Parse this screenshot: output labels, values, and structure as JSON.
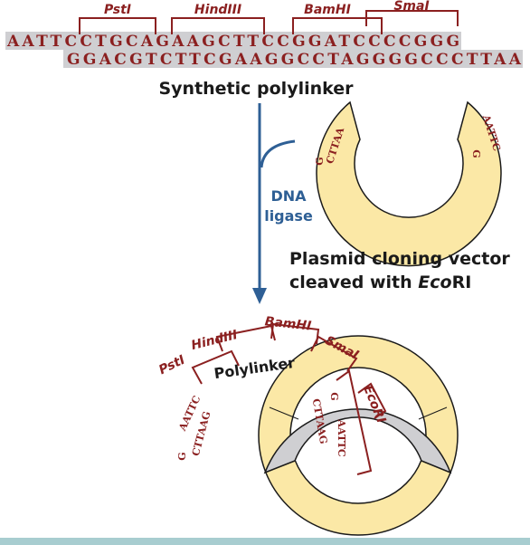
{
  "colors": {
    "dna_red": "#8b2020",
    "gray_band": "#cfcfd2",
    "yellow_ring": "#fbe8a6",
    "arrow_blue": "#2e5f95",
    "dark_text": "#1a1a1a",
    "bottom_border": "#a8cdd0"
  },
  "top": {
    "enzymes": {
      "pstI": "PstI",
      "hindIII": "HindIII",
      "bamHI": "BamHI",
      "smaI": "SmaI"
    },
    "top_strand": "AATTCCTGCAGAAGCTTCCGGATCCCCGGG",
    "bottom_strand": "GGACGTCTTCGAAGGCCTAGGGGCCCTTAA",
    "label": "Synthetic polylinker"
  },
  "middle": {
    "ligase_line1": "DNA",
    "ligase_line2": "ligase",
    "vector_line1": "Plasmid cloning vector",
    "vector_line2_pre": "cleaved with ",
    "vector_line2_italic": "Eco",
    "vector_line2_post": "RI",
    "left_end_outer": "CTTAA",
    "left_end_inner": "G",
    "right_end_outer": "AATTC",
    "right_end_inner": "G"
  },
  "bottom": {
    "polylinker_label": "Polylinker",
    "enzymes": {
      "pstI": "PstI",
      "hindIII": "HindIII",
      "bamHI": "BamHI",
      "smaI": "SmaI",
      "ecoRI": "EcoRI"
    },
    "left_junction_outer": "AATTC",
    "left_junction_inner": "CTTAAG",
    "left_junction_g": "G",
    "right_junction_outer": "CTTAAG",
    "right_junction_inner": "AATTC",
    "right_junction_g": "G"
  }
}
